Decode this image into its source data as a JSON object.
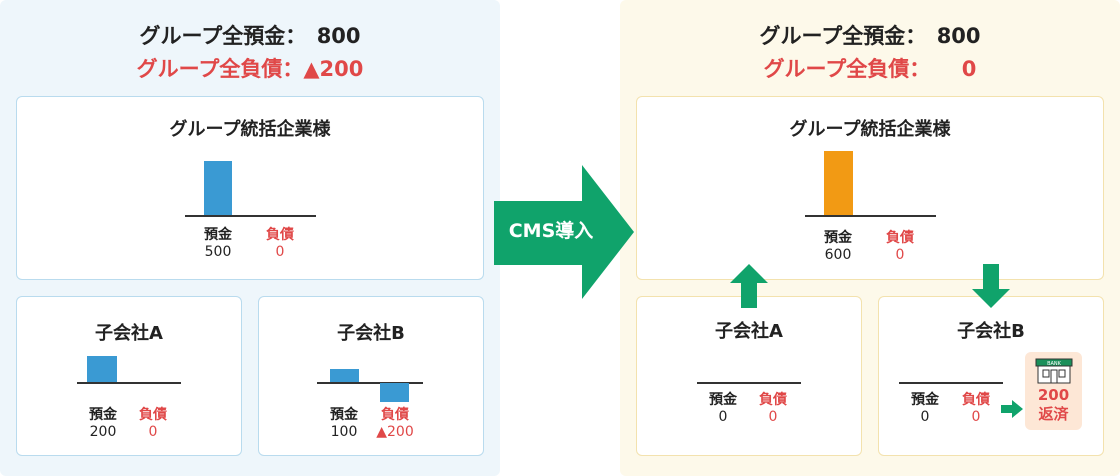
{
  "before": {
    "group_deposit_text": "グループ全預金：　800",
    "group_debt_text": "グループ全負債：▲200",
    "parent": {
      "title": "グループ統括企業様",
      "deposit_label": "預金",
      "deposit_value": "500",
      "debt_label": "負債",
      "debt_value": "0"
    },
    "sub_a": {
      "title": "子会社A",
      "deposit_label": "預金",
      "deposit_value": "200",
      "debt_label": "負債",
      "debt_value": "0"
    },
    "sub_b": {
      "title": "子会社B",
      "deposit_label": "預金",
      "deposit_value": "100",
      "debt_label": "負債",
      "debt_value": "▲200"
    }
  },
  "cms_label": "CMS導入",
  "after": {
    "group_deposit_text": "グループ全預金：　800",
    "group_debt_text": "グループ全負債：　　0",
    "parent": {
      "title": "グループ統括企業様",
      "deposit_label": "預金",
      "deposit_value": "600",
      "debt_label": "負債",
      "debt_value": "0"
    },
    "sub_a": {
      "title": "子会社A",
      "deposit_label": "預金",
      "deposit_value": "0",
      "debt_label": "負債",
      "debt_value": "0"
    },
    "sub_b": {
      "title": "子会社B",
      "deposit_label": "預金",
      "deposit_value": "0",
      "debt_label": "負債",
      "debt_value": "0"
    },
    "repay": {
      "amount": "200",
      "text": "返済",
      "bank_sign": "BANK"
    }
  },
  "colors": {
    "deposit_bar_before": "#3a9ad3",
    "deposit_bar_after": "#f29a14",
    "debt": "#e04848",
    "arrow": "#10a36b"
  }
}
